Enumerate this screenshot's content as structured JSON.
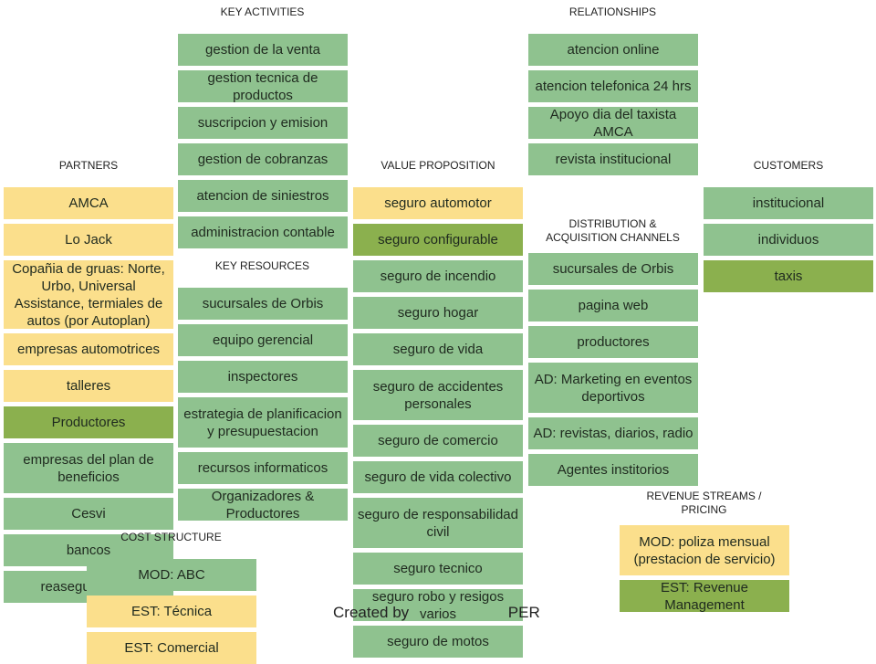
{
  "headers": {
    "key_activities": "KEY ACTIVITIES",
    "relationships": "RELATIONSHIPS",
    "partners": "PARTNERS",
    "value_proposition": "VALUE PROPOSITION",
    "customers": "CUSTOMERS",
    "distribution": "DISTRIBUTION  &\nACQUISITION  CHANNELS",
    "key_resources": "KEY RESOURCES",
    "revenue": "REVENUE STREAMS  /\nPRICING",
    "cost": "COST  STRUCTURE"
  },
  "key_activities": [
    "gestion de la venta",
    "gestion tecnica de productos",
    "suscripcion y emision",
    "gestion de cobranzas",
    "atencion de siniestros",
    "administracion contable"
  ],
  "relationships": [
    "atencion online",
    "atencion telefonica 24 hrs",
    "Apoyo dia del taxista AMCA",
    "revista institucional"
  ],
  "partners": [
    "AMCA",
    "Lo Jack",
    "Copañia de gruas: Norte, Urbo, Universal Assistance, termiales de autos (por Autoplan)",
    "empresas automotrices",
    "talleres",
    "Productores",
    "empresas del plan de beneficios",
    "Cesvi",
    "bancos",
    "reaseguradoras"
  ],
  "value_proposition": [
    "seguro automotor",
    "seguro configurable",
    "seguro de incendio",
    "seguro hogar",
    "seguro de vida",
    "seguro de accidentes personales",
    "seguro de comercio",
    "seguro de vida colectivo",
    "seguro de responsabilidad civil",
    "seguro tecnico",
    "seguro robo y resigos varios",
    "seguro de motos"
  ],
  "customers": [
    "institucional",
    "individuos",
    "taxis"
  ],
  "channels": [
    "sucursales de Orbis",
    "pagina web",
    "productores",
    "AD: Marketing en eventos deportivos",
    "AD: revistas, diarios, radio",
    "Agentes institorios"
  ],
  "key_resources": [
    "sucursales de Orbis",
    "equipo gerencial",
    "inspectores",
    "estrategia de planificacion y presupuestacion",
    "recursos informaticos",
    "Organizadores & Productores"
  ],
  "revenue": [
    "MOD: poliza mensual (prestacion de servicio)",
    "EST: Revenue Management"
  ],
  "cost": [
    "MOD: ABC",
    "EST: Técnica",
    "EST: Comercial"
  ],
  "credit": "Created by                       PER",
  "colors": {
    "yellow": "#fbdf8c",
    "green": "#8fc28f",
    "olive": "#8bb04e"
  }
}
